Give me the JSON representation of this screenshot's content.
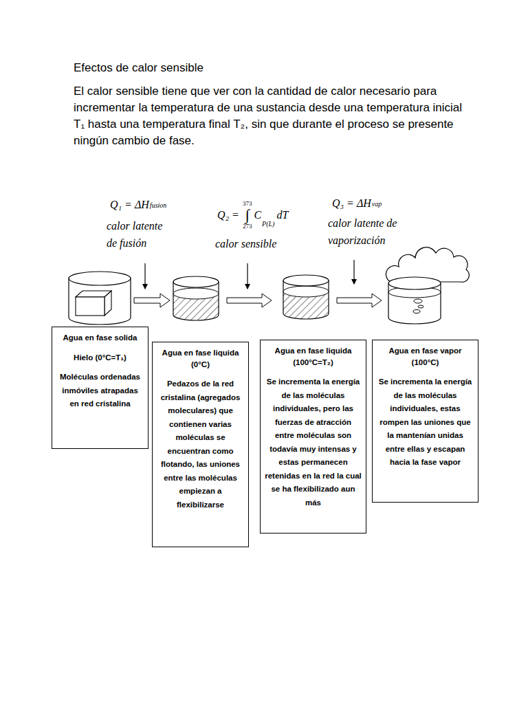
{
  "diagram": {
    "title": "Efectos de calor sensible",
    "nodes": [
      {
        "text": [
          "Agua en fase solida",
          "Hielo (0°C=T₁)",
          "Moléculas ordenadas inmóviles atrapadas en red cristalina"
        ]
      },
      {
        "text": [
          "Agua en fase liquida (0°C)",
          "Pedazos de la red cristalina (agregados moleculares) que contienen varias moléculas se encuentran como flotando, las uniones entre las moléculas empiezan a flexibilizarse"
        ]
      },
      {
        "text": [
          "Agua en fase liquida (100°C=T₂)",
          "Se incrementa la energía de las moléculas individuales, pero las fuerzas de atracción entre moléculas son todavía muy intensas y estas permanecen retenidas en la red la cual se ha flexibilizado aun más"
        ]
      },
      {
        "text": [
          "Agua en fase vapor (100°C)",
          "Se incrementa la energía de las moléculas individuales, estas rompen las uniones que la mantenían unidas entre ellas y escapan hacia la fase vapor"
        ]
      }
    ],
    "labels": [
      "El calor sensible tiene que ver con la cantidad de calor necesario para incrementar la temperatura de una sustancia desde una temperatura inicial T₁ hasta una temperatura final T₂, sin que durante el proceso se presente ningún cambio de fase.",
      "Q₁ = ΔH",
      "fusion",
      "calor latente de fusión",
      "Q₂ =",
      "373",
      "∫",
      "273",
      "C",
      "P(L)",
      "dT",
      "calor sensible",
      "Q₃ = ΔH",
      "vap",
      "calor latente de vaporización"
    ]
  }
}
